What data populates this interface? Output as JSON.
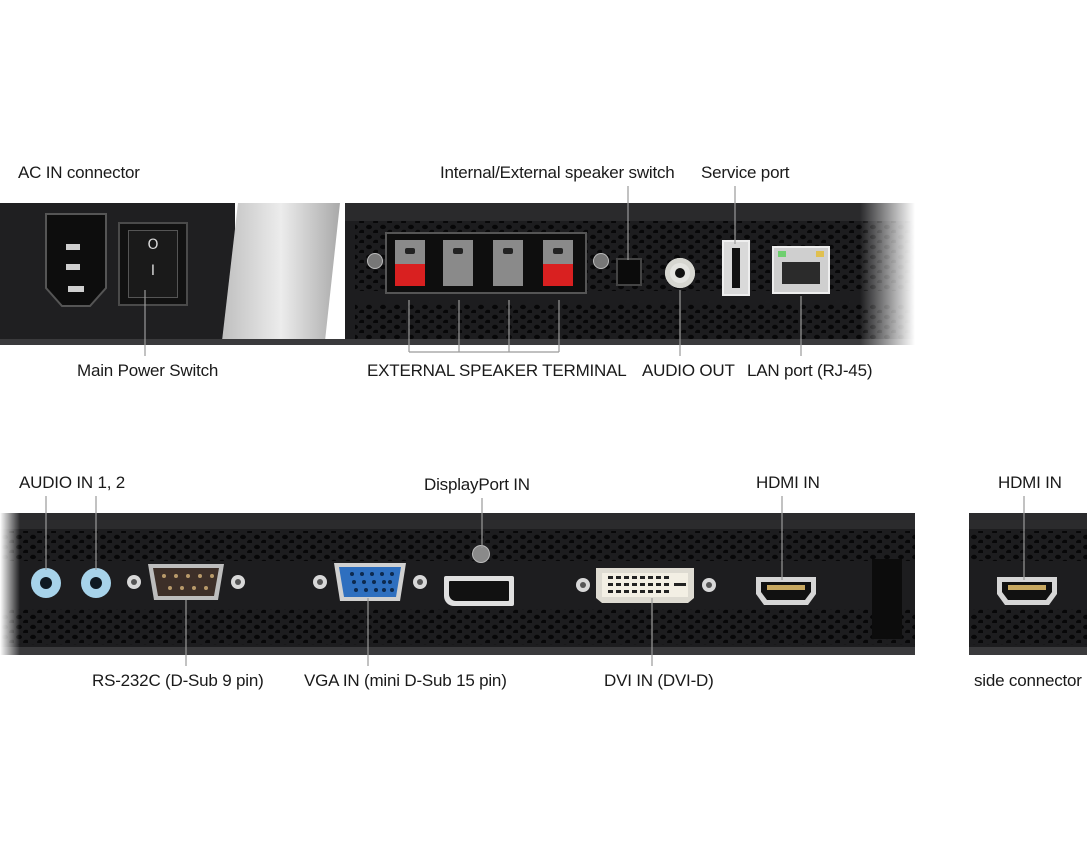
{
  "top_panel": {
    "labels": {
      "ac_in": "AC IN connector",
      "speaker_switch": "Internal/External speaker switch",
      "service_port": "Service port",
      "main_power": "Main Power Switch",
      "speaker_terminal": "EXTERNAL SPEAKER TERMINAL",
      "audio_out": "AUDIO OUT",
      "lan_port": "LAN port (RJ-45)"
    },
    "power_switch_symbols": {
      "off": "O",
      "on": "I"
    }
  },
  "bottom_panel": {
    "labels": {
      "audio_in": "AUDIO IN 1, 2",
      "displayport_in": "DisplayPort IN",
      "hdmi_in": "HDMI IN",
      "rs232c": "RS-232C (D-Sub 9 pin)",
      "vga_in": "VGA IN (mini D-Sub 15 pin)",
      "dvi_in": "DVI IN (DVI-D)"
    }
  },
  "side_panel": {
    "labels": {
      "hdmi_in": "HDMI IN",
      "side_connector": "side connector"
    }
  },
  "colors": {
    "panel": "#1c1c1e",
    "panel_edge": "#3a3a3c",
    "vent_hole": "#050505",
    "terminal_red": "#d92020",
    "terminal_gray": "#8a8a8a",
    "audio_in_jack": "#a7d3ea",
    "vga_blue": "#2e6fbf",
    "leader_line": "#9a9a9a"
  }
}
